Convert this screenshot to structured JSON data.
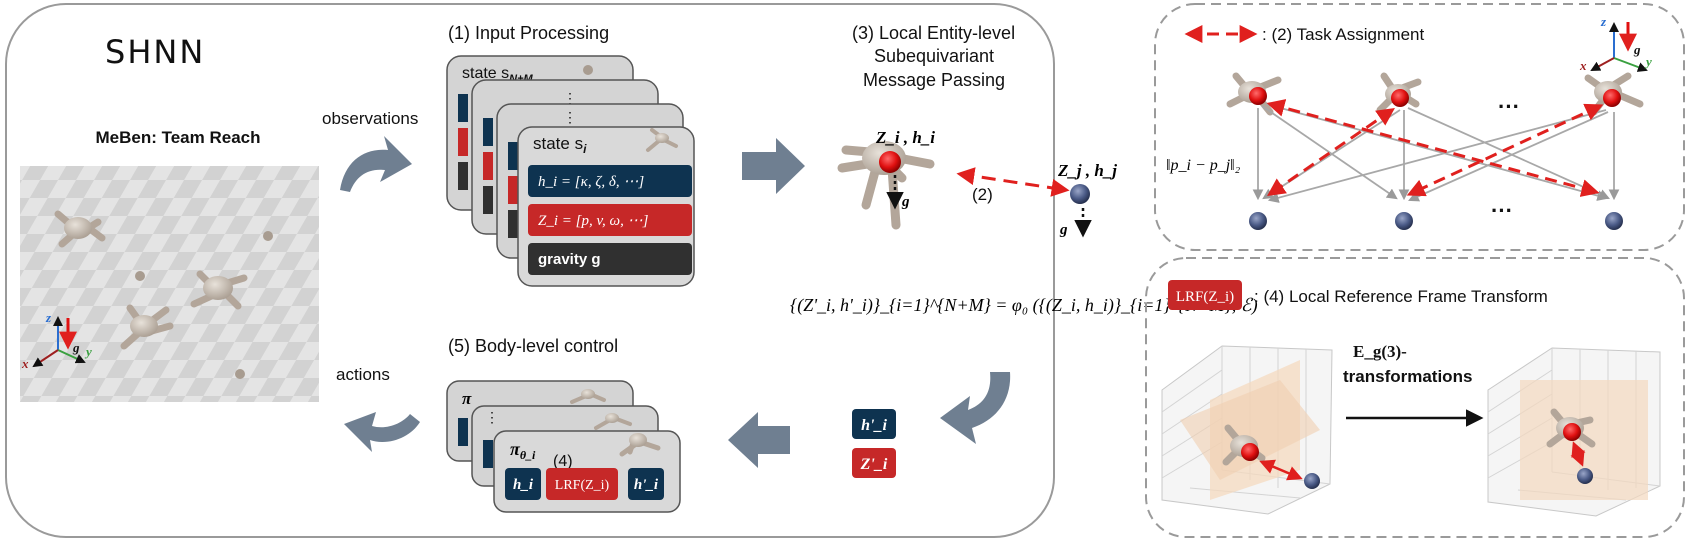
{
  "main": {
    "brand": "SHNN",
    "env_title": "MeBen: Team Reach",
    "observations_label": "observations",
    "actions_label": "actions",
    "step1_title": "(1)  Input Processing",
    "step3_title_line1": "(3)   Local Entity-level",
    "step3_title_line2": "Subequivariant",
    "step3_title_line3": "Message Passing",
    "step5_title": "(5)    Body-level control",
    "card_state_back": "state s",
    "card_state_back_sub": "N+M",
    "card_state_front": "state s",
    "card_state_front_sub": "i",
    "row_h": "h_i = [κ, ζ, δ, ⋯]",
    "row_z": "Z_i = [p, v, ω, ⋯]",
    "row_gravity": "gravity  g",
    "ellipsis_v": "⋮",
    "entity_label_left": "Z_i , h_i",
    "entity_label_right": "Z_j , h_j",
    "gravity_vec": "g",
    "edge_label": "(2)",
    "equation": "{(Z'_i, h'_i)}_{i=1}^{N+M} = φ₀ ({(Z_i, h_i)}_{i=1}^{N+M}, ℰ)",
    "h_prime": "h'_i",
    "z_prime": "Z'_i",
    "policy_label": "π",
    "policy_sub": "θ_i",
    "policy_lrf": "LRF(Z_i)",
    "policy_h": "h_i",
    "policy_hprime": "h'_i",
    "policy_step4": "(4)",
    "axis_x": "x",
    "axis_y": "y",
    "axis_z": "z",
    "axis_g": "g"
  },
  "task_panel": {
    "legend_text": ": (2) Task Assignment",
    "distance_label": "‖p_i − p_j‖₂",
    "ellipsis_top": "···",
    "ellipsis_bottom": "···"
  },
  "lrf_panel": {
    "badge": "LRF(Z_i)",
    "title": ": (4) Local Reference Frame Transform",
    "transform_line1": "E_g(3)-",
    "transform_line2": "transformations"
  },
  "colors": {
    "navy": "#0e3350",
    "red": "#c62828",
    "dark": "#303030",
    "card_bg": "#d9d9d9",
    "arrow_fill": "#6f7f91",
    "dash": "#e0201e"
  }
}
